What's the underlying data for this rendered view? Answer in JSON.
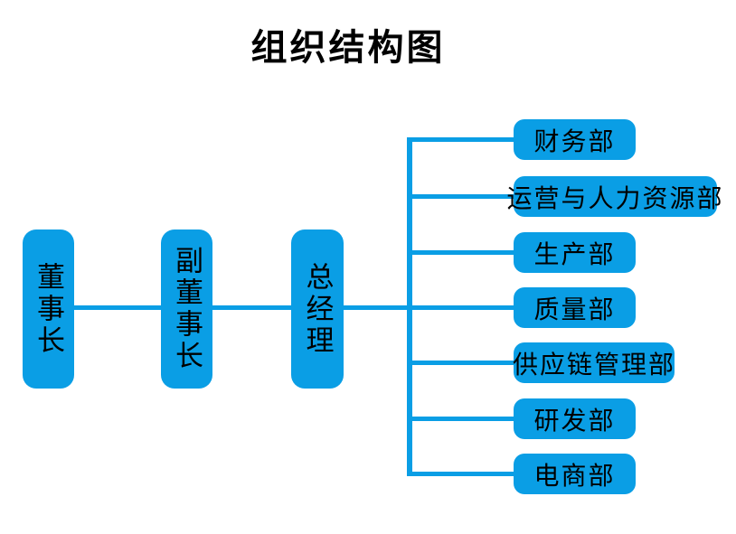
{
  "title": "组织结构图",
  "colors": {
    "node_fill": "#0a9ee5",
    "line": "#0a9ee5",
    "text": "#000000",
    "background": "#ffffff"
  },
  "org": {
    "chain": [
      "董事长",
      "副董事长",
      "总经理"
    ],
    "departments": [
      "财务部",
      "运营与人力资源部",
      "生产部",
      "质量部",
      "供应链管理部",
      "研发部",
      "电商部"
    ]
  }
}
